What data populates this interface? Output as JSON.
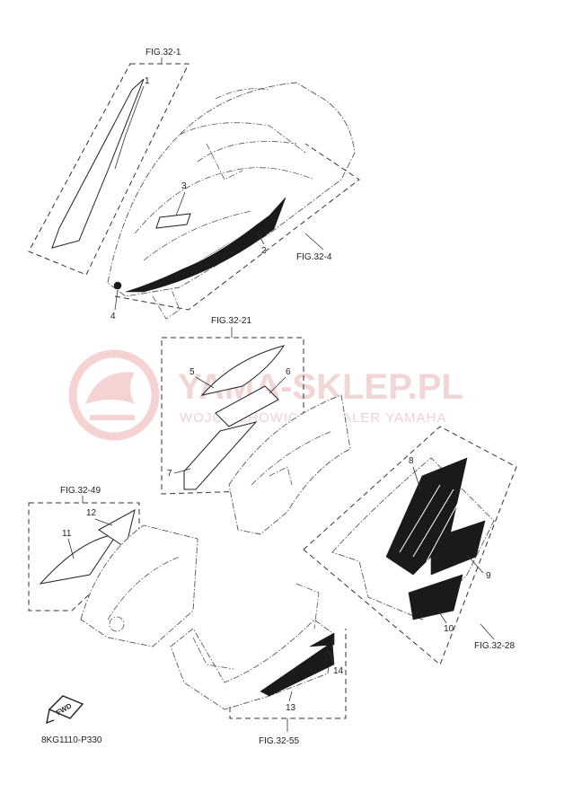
{
  "watermark": {
    "title": "YAMA-SKLEP.PL",
    "subtitle": "WOJCIECHOWICZ | DEALER YAMAHA"
  },
  "figure_refs": {
    "fig_32_1": "FIG.32-1",
    "fig_32_4": "FIG.32-4",
    "fig_32_21": "FIG.32-21",
    "fig_32_49": "FIG.32-49",
    "fig_32_28": "FIG.32-28",
    "fig_32_55": "FIG.32-55"
  },
  "callouts": {
    "c1": "1",
    "c2": "2",
    "c3": "3",
    "c4": "4",
    "c5": "5",
    "c6": "6",
    "c7": "7",
    "c8": "8",
    "c9": "9",
    "c10": "10",
    "c11": "11",
    "c12": "12",
    "c13": "13",
    "c14": "14"
  },
  "fwd_label": "FWD",
  "drawing_code": "8KG1110-P330",
  "colors": {
    "watermark": "#e9b3b3",
    "decal": "#1a1a1a",
    "lines": "#555555"
  }
}
